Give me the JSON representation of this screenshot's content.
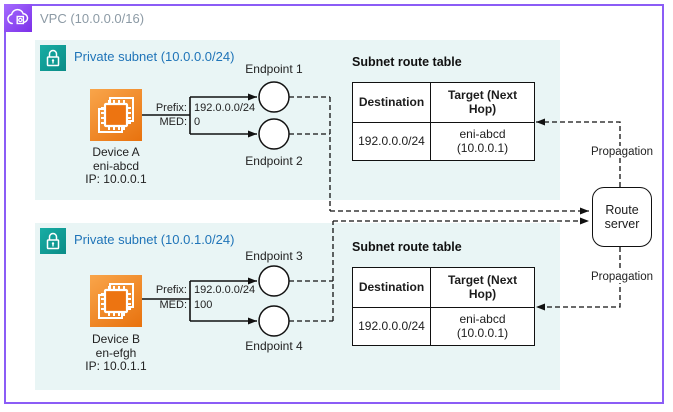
{
  "vpc": {
    "label": "VPC (10.0.0.0/16)"
  },
  "subnets": [
    {
      "label": "Private subnet (10.0.0.0/24)",
      "device": {
        "name": "Device A",
        "eni": "eni-abcd",
        "ip": "IP: 10.0.0.1"
      },
      "prefix_label": "Prefix:",
      "prefix_value": "192.0.0.0/24",
      "med_label": "MED:",
      "med_value": "0",
      "endpoints": [
        "Endpoint 1",
        "Endpoint 2"
      ],
      "route_table": {
        "title": "Subnet route table",
        "col1_header": "Destination",
        "col2_header": "Target (Next Hop)",
        "row": {
          "destination": "192.0.0.0/24",
          "target_line1": "eni-abcd",
          "target_line2": "(10.0.0.1)"
        }
      }
    },
    {
      "label": "Private subnet (10.0.1.0/24)",
      "device": {
        "name": "Device B",
        "eni": "en-efgh",
        "ip": "IP: 10.0.1.1"
      },
      "prefix_label": "Prefix:",
      "prefix_value": "192.0.0.0/24",
      "med_label": "MED:",
      "med_value": "100",
      "endpoints": [
        "Endpoint 3",
        "Endpoint 4"
      ],
      "route_table": {
        "title": "Subnet route table",
        "col1_header": "Destination",
        "col2_header": "Target (Next Hop)",
        "row": {
          "destination": "192.0.0.0/24",
          "target_line1": "eni-abcd",
          "target_line2": "(10.0.0.1)"
        }
      }
    }
  ],
  "route_server": {
    "label": "Route server"
  },
  "propagation": [
    "Propagation",
    "Propagation"
  ],
  "colors": {
    "vpc_border_purple": "#8B5CF6",
    "subnet_bg_teal": "#E9F5F5",
    "lock_icon_teal": "#0F9C9C",
    "device_icon_orange": "#ED7411",
    "subnet_label_blue": "#1F74B8",
    "vpc_label_gray": "#8C9AA5",
    "line_black": "#111111"
  }
}
